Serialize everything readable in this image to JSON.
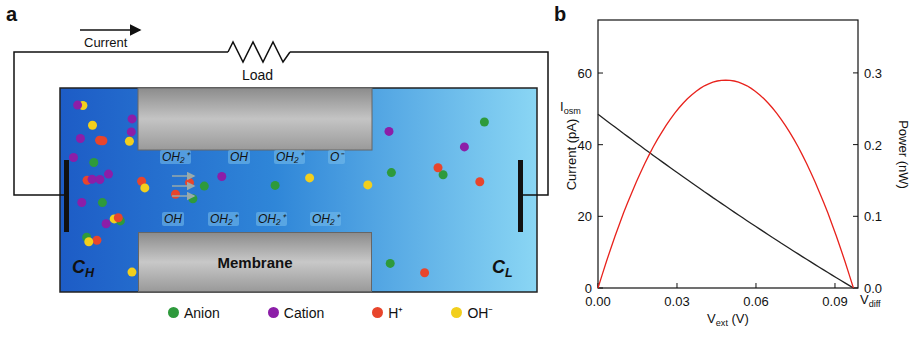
{
  "diagram": {
    "nodes": [
      {
        "text": [
          "Membrane"
        ]
      }
    ],
    "labels": [
      "a",
      "Current",
      "Load",
      "OH₂⁺",
      "OH",
      "OH₂⁺",
      "O⁻",
      "OH",
      "OH₂⁺",
      "OH₂⁺",
      "OH₂⁺",
      "CH",
      "CL",
      "b",
      "0",
      "20",
      "40",
      "60",
      "0.00",
      "0.03",
      "0.06",
      "0.09",
      "0.0",
      "0.1",
      "0.2",
      "0.3",
      "Iosm",
      "Vdiff",
      "Current (pA)",
      "Vext (V)",
      "Power (nW)"
    ],
    "legend": [
      {
        "text": "Anion",
        "color": "#2e9a3c"
      },
      {
        "text": "Cation",
        "color": "#8c1ea8"
      },
      {
        "text": "H⁺",
        "color": "#e8452c"
      },
      {
        "text": "OH⁻",
        "color": "#f2cf1d"
      }
    ]
  }
}
